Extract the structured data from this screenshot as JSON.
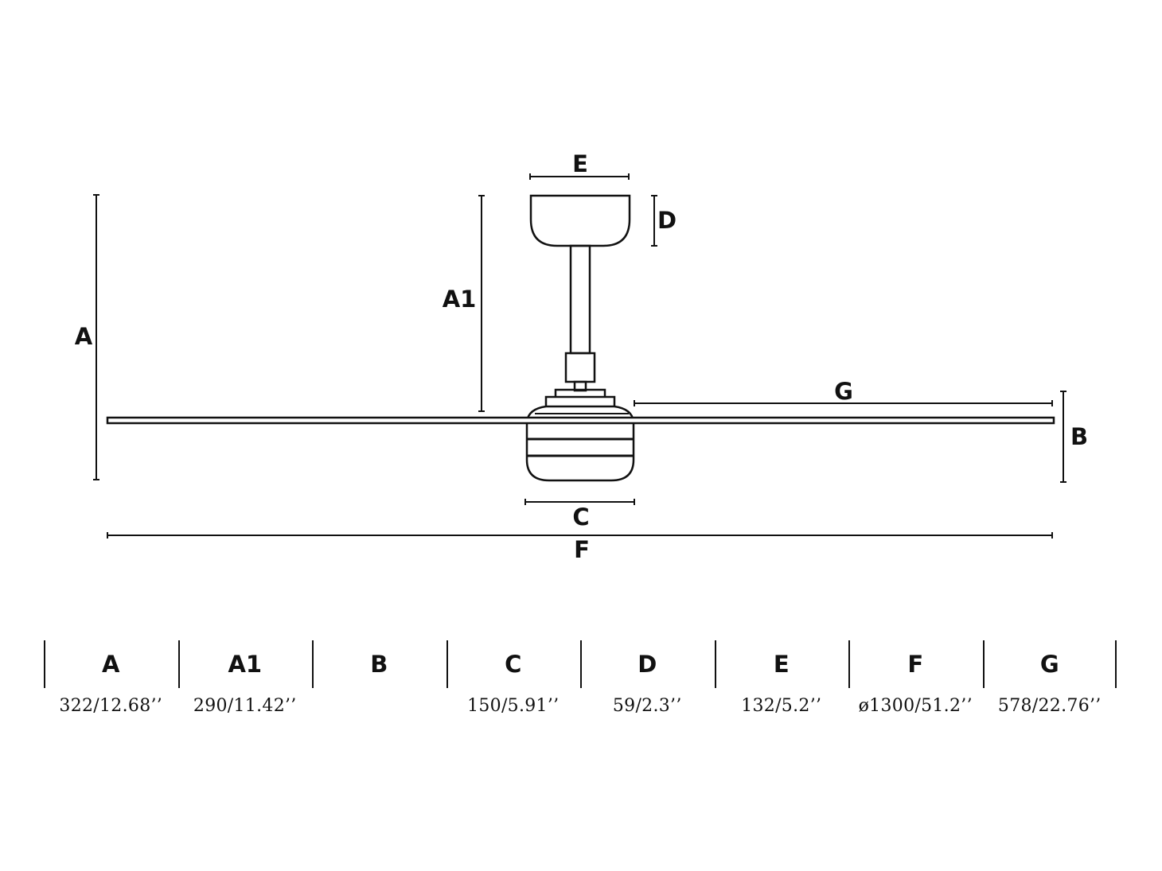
{
  "diagram_labels": {
    "A": "A",
    "A1": "A1",
    "B": "B",
    "C": "C",
    "D": "D",
    "E": "E",
    "F": "F",
    "G": "G"
  },
  "dimensions": [
    {
      "label": "A",
      "value": "322/12.68’’"
    },
    {
      "label": "A1",
      "value": "290/11.42’’"
    },
    {
      "label": "B",
      "value": ""
    },
    {
      "label": "C",
      "value": "150/5.91’’"
    },
    {
      "label": "D",
      "value": "59/2.3’’"
    },
    {
      "label": "E",
      "value": "132/5.2’’"
    },
    {
      "label": "F",
      "value": "ø1300/51.2’’"
    },
    {
      "label": "G",
      "value": "578/22.76’’"
    }
  ],
  "colors": {
    "line": "#111111",
    "background": "#ffffff"
  }
}
